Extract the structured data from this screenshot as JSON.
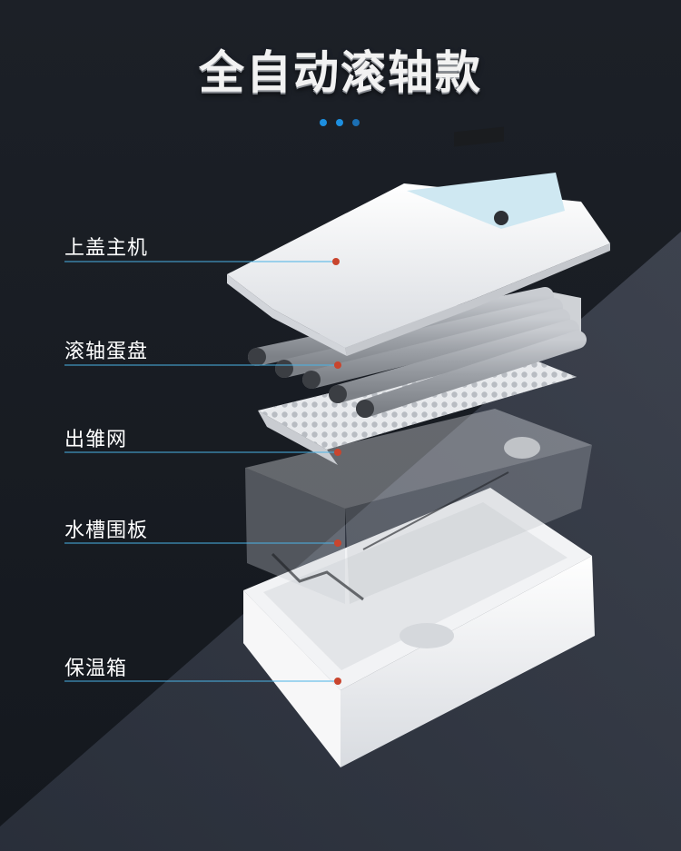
{
  "title": "全自动滚轴款",
  "colors": {
    "accent_line": "#4ab3e6",
    "marker": "#c9452e",
    "dot_active": "#1d8fe0",
    "dot_inactive": "#1b6fb3"
  },
  "components": [
    {
      "id": "top-cover",
      "label": "上盖主机"
    },
    {
      "id": "roller-tray",
      "label": "滚轴蛋盘"
    },
    {
      "id": "hatching-net",
      "label": "出雏网"
    },
    {
      "id": "water-tank",
      "label": "水槽围板"
    },
    {
      "id": "insulation-box",
      "label": "保温箱"
    }
  ]
}
